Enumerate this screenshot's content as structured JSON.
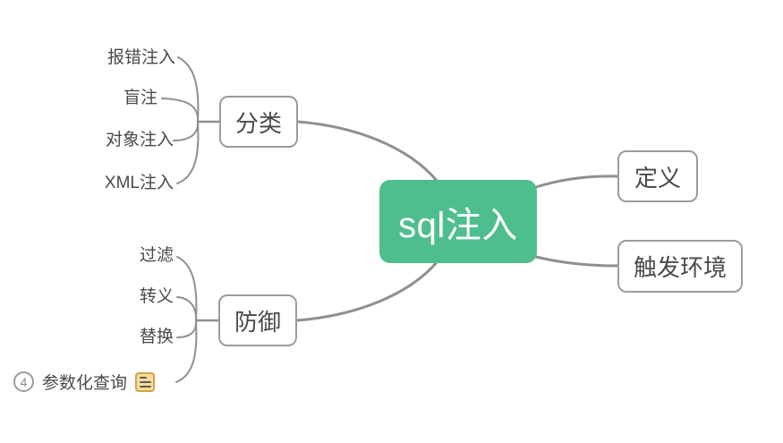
{
  "canvas": {
    "type": "mindmap",
    "background": "#ffffff"
  },
  "colors": {
    "central_bg": "#4ebe8d",
    "central_text": "#ffffff",
    "box_border": "#9c9c9c",
    "box_text": "#4a4a4a",
    "connector_line": "#8f8f8f",
    "note_icon_bg": "#f8dc95",
    "note_icon_border": "#cfa453",
    "badge_border": "#9c9c9c",
    "badge_text": "#8a8a8a"
  },
  "central": {
    "label": "sql注入"
  },
  "classification": {
    "label": "分类",
    "children": [
      "报错注入",
      "盲注",
      "对象注入",
      "XML注入"
    ]
  },
  "defense": {
    "label": "防御",
    "children": [
      "过滤",
      "转义",
      "替换",
      "参数化查询"
    ],
    "param_badge": "4",
    "param_note_icon": "note-icon"
  },
  "right_topics": {
    "definition": {
      "label": "定义"
    },
    "trigger": {
      "label": "触发环境"
    }
  }
}
